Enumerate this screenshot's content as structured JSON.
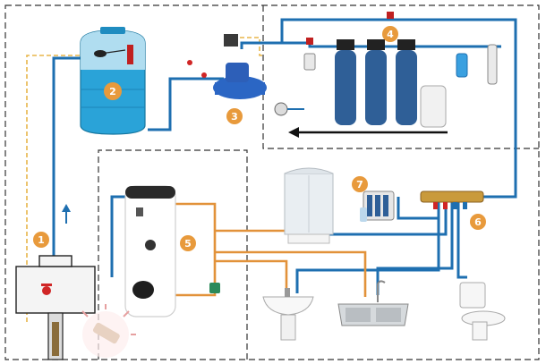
{
  "colors": {
    "pipe_blue": "#1e6fb0",
    "pipe_orange": "#e2923a",
    "pipe_yellow_dashed": "#e8b64a",
    "badge": "#e89a3c",
    "tank": "#2aa3d8",
    "filter": "#2f5f97",
    "frame_dash": "#333333",
    "drain_arrow": "#111111"
  },
  "badges": [
    {
      "id": "1",
      "label": "1",
      "component": "wellhead"
    },
    {
      "id": "2",
      "label": "2",
      "component": "storage-tank"
    },
    {
      "id": "3",
      "label": "3",
      "component": "pump-station"
    },
    {
      "id": "4",
      "label": "4",
      "component": "filtration-system"
    },
    {
      "id": "5",
      "label": "5",
      "component": "water-heater-boiler"
    },
    {
      "id": "6",
      "label": "6",
      "component": "distribution-manifold"
    },
    {
      "id": "7",
      "label": "7",
      "component": "reverse-osmosis-filter"
    }
  ],
  "icons": {
    "flow_arrow": "up-arrow-icon",
    "drain_arrow": "left-arrow-icon",
    "valve": "red-valve-icon",
    "logo": "brush-logo-icon"
  }
}
